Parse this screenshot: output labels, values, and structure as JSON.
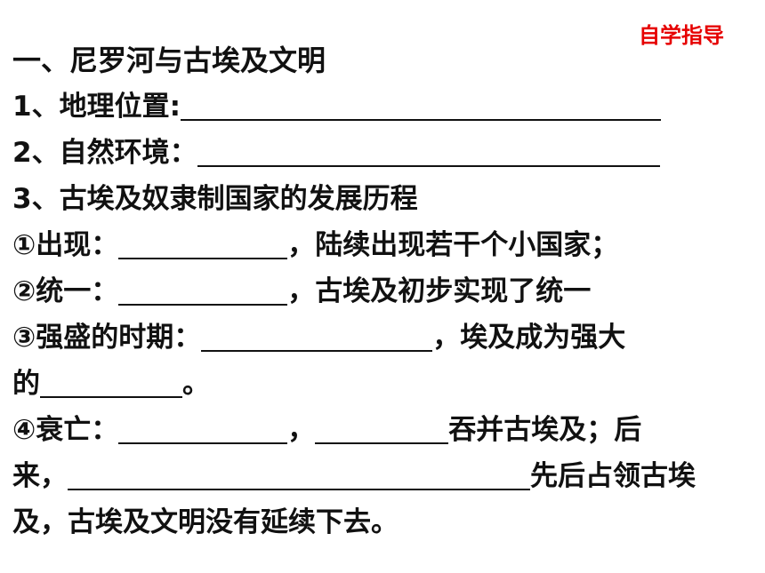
{
  "tag": "自学指导",
  "title": "一、尼罗河与古埃及文明",
  "items": [
    {
      "label": "1、地理位置:"
    },
    {
      "label": "2、自然环境："
    },
    {
      "label": "3、古埃及奴隶制国家的发展历程"
    }
  ],
  "steps": {
    "rise_label": "①出现：",
    "rise_after": "，陆续出现若干个小国家；",
    "unify_label": "②统一：",
    "unify_after": "，古埃及初步实现了统一",
    "peak_label": "③强盛的时期：",
    "peak_after": "，埃及成为强大",
    "peak_second_prefix": "的",
    "peak_second_after": "。",
    "decline_label": "④衰亡：",
    "decline_comma": "，",
    "decline_after": "吞并古埃及；后",
    "decline_line2_prefix": "来，",
    "decline_line2_after": "先后占领古埃",
    "decline_line3": "及，古埃及文明没有延续下去。"
  }
}
